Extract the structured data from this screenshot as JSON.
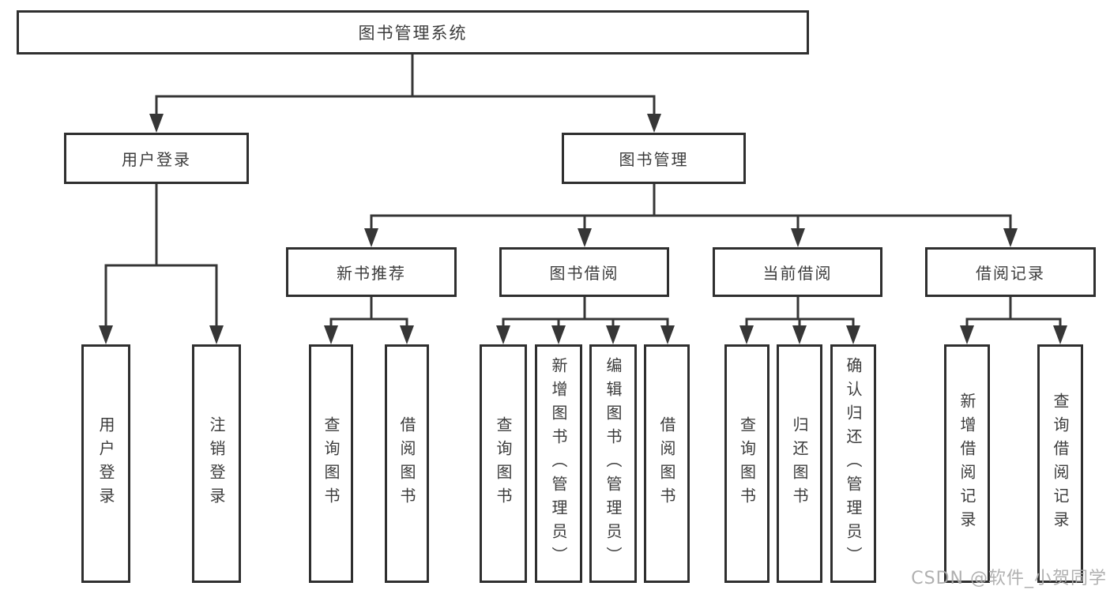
{
  "colors": {
    "line": "#363636",
    "box_border": "#2f2f2f",
    "text": "#3c3c3c",
    "watermark": "#aaaaaa"
  },
  "diagram": {
    "root": {
      "label": "图书管理系统"
    },
    "branches": [
      {
        "label": "用户登录",
        "children": [
          {
            "label": "用户登录"
          },
          {
            "label": "注销登录"
          }
        ]
      },
      {
        "label": "图书管理",
        "children": [
          {
            "label": "新书推荐",
            "children": [
              {
                "label": "查询图书"
              },
              {
                "label": "借阅图书"
              }
            ]
          },
          {
            "label": "图书借阅",
            "children": [
              {
                "label": "查询图书"
              },
              {
                "label": "新增图书（管理员）"
              },
              {
                "label": "编辑图书（管理员）"
              },
              {
                "label": "借阅图书"
              }
            ]
          },
          {
            "label": "当前借阅",
            "children": [
              {
                "label": "查询图书"
              },
              {
                "label": "归还图书"
              },
              {
                "label": "确认归还（管理员）"
              }
            ]
          },
          {
            "label": "借阅记录",
            "children": [
              {
                "label": "新增借阅记录"
              },
              {
                "label": "查询借阅记录"
              }
            ]
          }
        ]
      }
    ]
  },
  "watermark": {
    "text": "CSDN @软件_小贺同学"
  }
}
